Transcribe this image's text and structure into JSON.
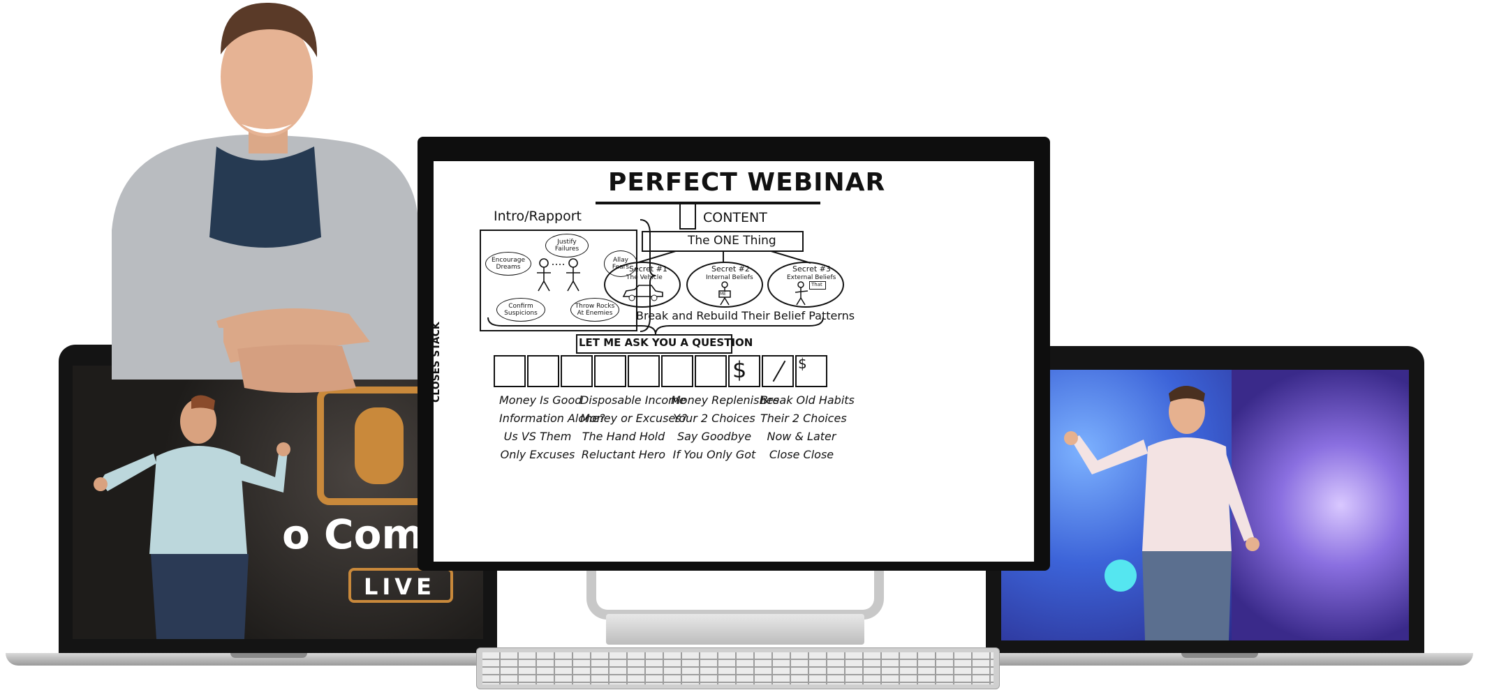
{
  "webinar": {
    "title": "PERFECT WEBINAR",
    "intro_label": "Intro/Rapport",
    "content_label": "CONTENT",
    "one_thing": "The ONE Thing",
    "intro_bubbles": [
      "Encourage Dreams",
      "Justify Failures",
      "Allay Fears",
      "Confirm Suspicions",
      "Throw Rocks At Enemies"
    ],
    "secrets": [
      {
        "title": "Secret #1",
        "sub": "The Vehicle"
      },
      {
        "title": "Secret #2",
        "sub": "Internal Beliefs"
      },
      {
        "title": "Secret #3",
        "sub": "External Beliefs"
      }
    ],
    "me_tag": "ME",
    "that_tag": "That",
    "break_rebuild": "Break and Rebuild Their Belief Patterns",
    "question_box": "LET ME ASK YOU A QUESTION",
    "closes_label": "CLOSES STACK",
    "dollar": "$",
    "closes_columns": [
      [
        "Money Is Good",
        "Information Alone?",
        "Us VS Them",
        "Only Excuses"
      ],
      [
        "Disposable Income",
        "Money or Excuses?",
        "The Hand Hold",
        "Reluctant Hero"
      ],
      [
        "Money Replenishes",
        "Your 2 Choices",
        "Say Goodbye",
        "If You Only Got"
      ],
      [
        "Break Old Habits",
        "Their 2 Choices",
        "Now & Later",
        "Close Close"
      ]
    ]
  },
  "left_screen": {
    "sign_text": "o Comm",
    "sign_badge": "LIVE"
  }
}
